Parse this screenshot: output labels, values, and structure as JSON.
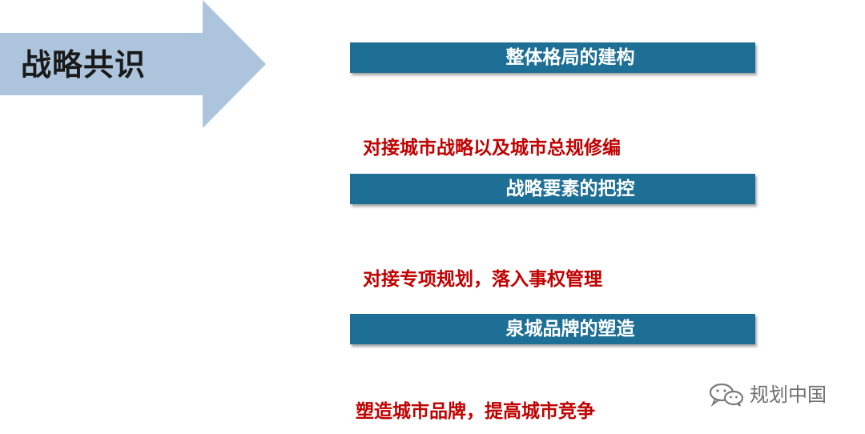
{
  "title": "战略共识",
  "sections": [
    {
      "header": "整体格局的建构",
      "note": "对接城市战略以及城市总规修编"
    },
    {
      "header": "战略要素的把控",
      "note": "对接专项规划，落入事权管理"
    },
    {
      "header": "泉城品牌的塑造",
      "note": "塑造城市品牌，提高城市竞争"
    }
  ],
  "watermark": {
    "text": "规划中国",
    "icon": "wechat-icon"
  },
  "colors": {
    "arrow": "#adc5dc",
    "bar": "#1d6f96",
    "note": "#c00000"
  }
}
